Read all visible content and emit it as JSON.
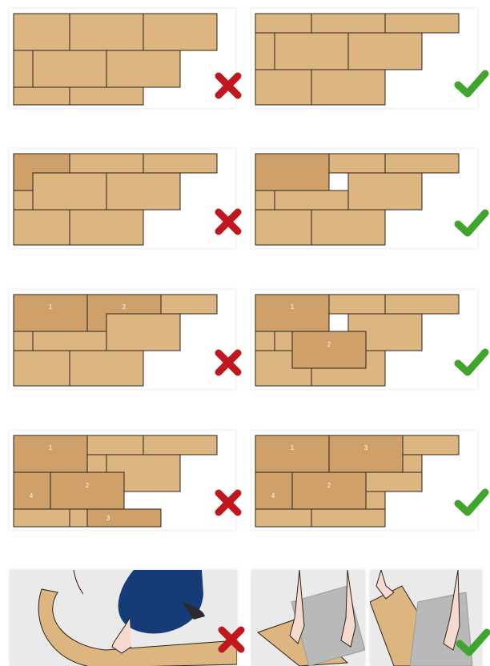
{
  "colors": {
    "plank": "#dcb581",
    "plank_dark": "#cfa06a",
    "plank_line": "#2b2318",
    "wrong": "#c0181c",
    "right": "#3fa52c",
    "pants": "#163c78",
    "skin": "#f6d9cf",
    "tile_grey": "#b9b9b9",
    "scene_bg": "#eaeaea"
  },
  "rows": [
    {
      "wrong_icon": "cross-icon",
      "right_icon": "check-icon"
    },
    {
      "wrong_icon": "cross-icon",
      "right_icon": "check-icon"
    },
    {
      "wrong_icon": "cross-icon",
      "right_icon": "check-icon",
      "wrong_labels": [
        "1",
        "2"
      ],
      "right_labels": [
        "1",
        "2"
      ]
    },
    {
      "wrong_icon": "cross-icon",
      "right_icon": "check-icon",
      "wrong_labels": [
        "1",
        "2",
        "3",
        "4"
      ],
      "right_labels": [
        "1",
        "3",
        "2",
        "4"
      ]
    },
    {
      "wrong_icon": "cross-icon",
      "right_icon": "check-icon"
    }
  ]
}
